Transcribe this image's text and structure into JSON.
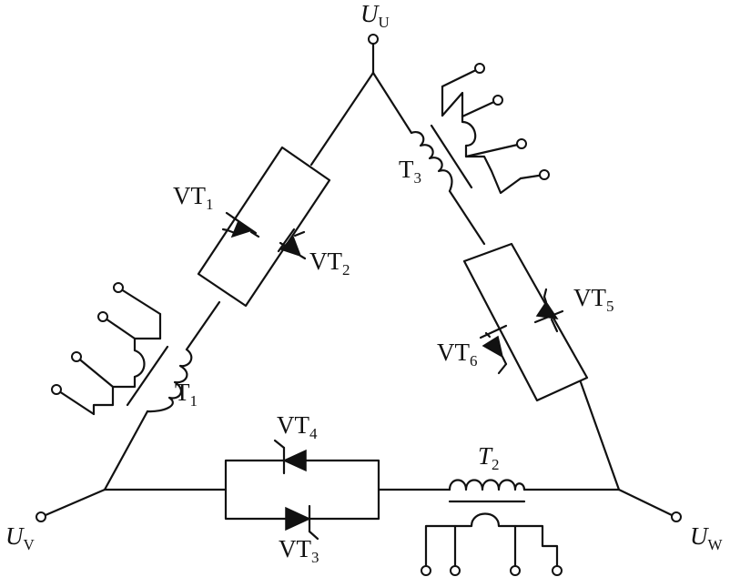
{
  "terminals": {
    "u": {
      "main": "U",
      "sub": "U"
    },
    "v": {
      "main": "U",
      "sub": "V"
    },
    "w": {
      "main": "U",
      "sub": "W"
    }
  },
  "transformers": {
    "t1": {
      "main": "T",
      "sub": "1"
    },
    "t2": {
      "main": "T",
      "sub": "2"
    },
    "t3": {
      "main": "T",
      "sub": "3"
    }
  },
  "thyristors": {
    "vt1": {
      "main": "VT",
      "sub": "1"
    },
    "vt2": {
      "main": "VT",
      "sub": "2"
    },
    "vt3": {
      "main": "VT",
      "sub": "3"
    },
    "vt4": {
      "main": "VT",
      "sub": "4"
    },
    "vt5": {
      "main": "VT",
      "sub": "5"
    },
    "vt6": {
      "main": "VT",
      "sub": "6"
    }
  }
}
